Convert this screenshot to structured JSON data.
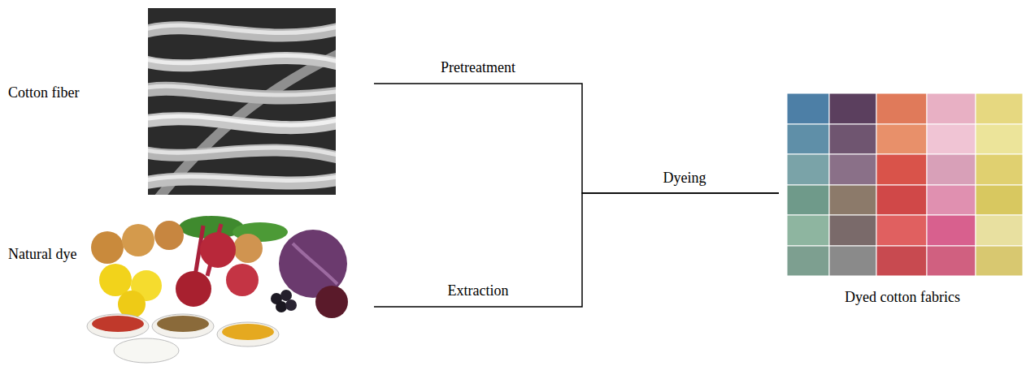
{
  "diagram": {
    "nodes": [
      {
        "text": [
          "Cotton fiber"
        ]
      },
      {
        "text": [
          "Natural dye"
        ]
      },
      {
        "text": [
          "Dyed cotton fabrics"
        ]
      }
    ],
    "edges": [
      {
        "from": 0,
        "to": 2,
        "arrow": "none",
        "label": "Pretreatment"
      },
      {
        "from": 1,
        "to": 2,
        "arrow": "none",
        "label": "Extraction"
      }
    ],
    "labels": [
      "Dyeing"
    ]
  }
}
